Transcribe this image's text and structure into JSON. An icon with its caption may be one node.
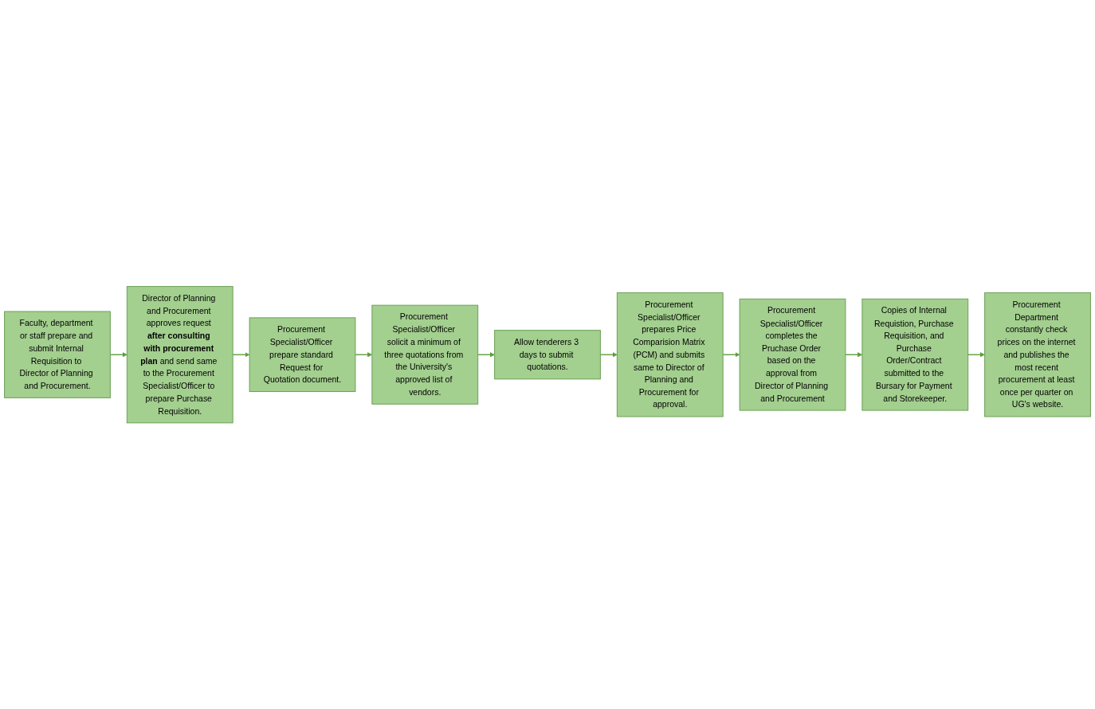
{
  "diagram": {
    "nodes": [
      {
        "text": [
          "Faculty, department or staff prepare and submit Internal Requisition to Director of Planning and Procurement."
        ]
      },
      {
        "text": [
          "Director of Planning and Procurement approves request **after consulting with procurement plan** and send same to the Procurement Specialist/Officer to prepare Purchase Requisition."
        ]
      },
      {
        "text": [
          "Procurement Specialist/Officer prepare standard Request for Quotation document."
        ]
      },
      {
        "text": [
          "Procurement Specialist/Officer solicit a minimum of three quotations from the University's approved list of vendors."
        ]
      },
      {
        "text": [
          "Allow tenderers 3 days to submit quotations."
        ]
      },
      {
        "text": [
          "Procurement Specialist/Officer prepares Price Comparision Matrix (PCM) and submits same to Director of Planning and Procurement for approval."
        ]
      },
      {
        "text": [
          "Procurement Specialist/Officer completes the Pruchase Order based on the approval from Director of Planning and Procurement"
        ]
      },
      {
        "text": [
          "Copies of Internal Requistion, Purchase Requisition, and Purchase Order/Contract submitted to the Bursary for Payment and Storekeeper."
        ]
      },
      {
        "text": [
          "Procurement Department constantly check prices on the internet and publishes the most recent procurement at least once per quarter on UG's website."
        ]
      }
    ],
    "edges": [
      {
        "from": 0,
        "to": 1,
        "arrow": "to"
      },
      {
        "from": 1,
        "to": 2,
        "arrow": "to"
      },
      {
        "from": 2,
        "to": 3,
        "arrow": "to"
      },
      {
        "from": 3,
        "to": 4,
        "arrow": "to"
      },
      {
        "from": 4,
        "to": 5,
        "arrow": "to"
      },
      {
        "from": 5,
        "to": 6,
        "arrow": "to"
      },
      {
        "from": 6,
        "to": 7,
        "arrow": "to"
      },
      {
        "from": 7,
        "to": 8,
        "arrow": "to"
      }
    ]
  }
}
